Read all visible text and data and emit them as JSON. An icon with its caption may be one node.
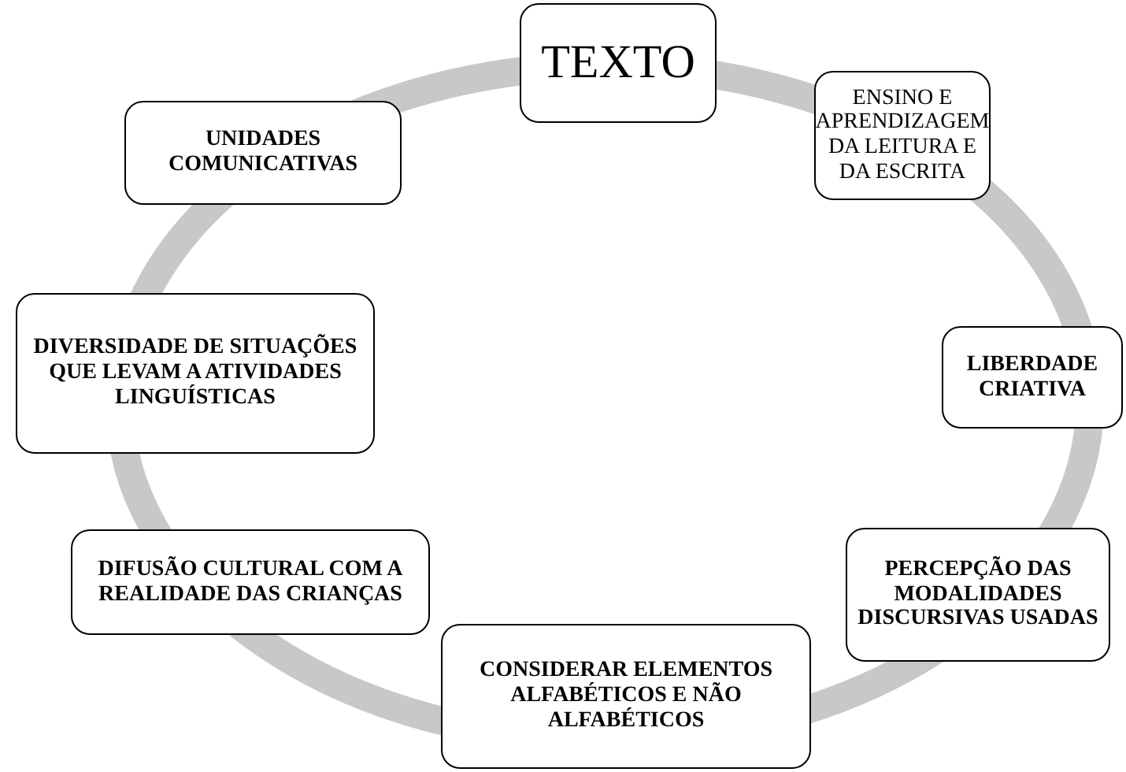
{
  "diagram": {
    "nodes": [
      {
        "text": [
          "TEXTO"
        ]
      },
      {
        "text": [
          "ENSINO E APRENDIZAGEM DA LEITURA E DA ESCRITA"
        ]
      },
      {
        "text": [
          "LIBERDADE CRIATIVA"
        ]
      },
      {
        "text": [
          "PERCEPÇÃO DAS MODALIDADES DISCURSIVAS USADAS"
        ]
      },
      {
        "text": [
          "CONSIDERAR ELEMENTOS ALFABÉTICOS E NÃO ALFABÉTICOS"
        ]
      },
      {
        "text": [
          "DIFUSÃO CULTURAL COM A REALIDADE DAS CRIANÇAS"
        ]
      },
      {
        "text": [
          "DIVERSIDADE DE SITUAÇÕES QUE LEVAM A ATIVIDADES LINGUÍSTICAS"
        ]
      },
      {
        "text": [
          "UNIDADES COMUNICATIVAS"
        ]
      }
    ]
  }
}
